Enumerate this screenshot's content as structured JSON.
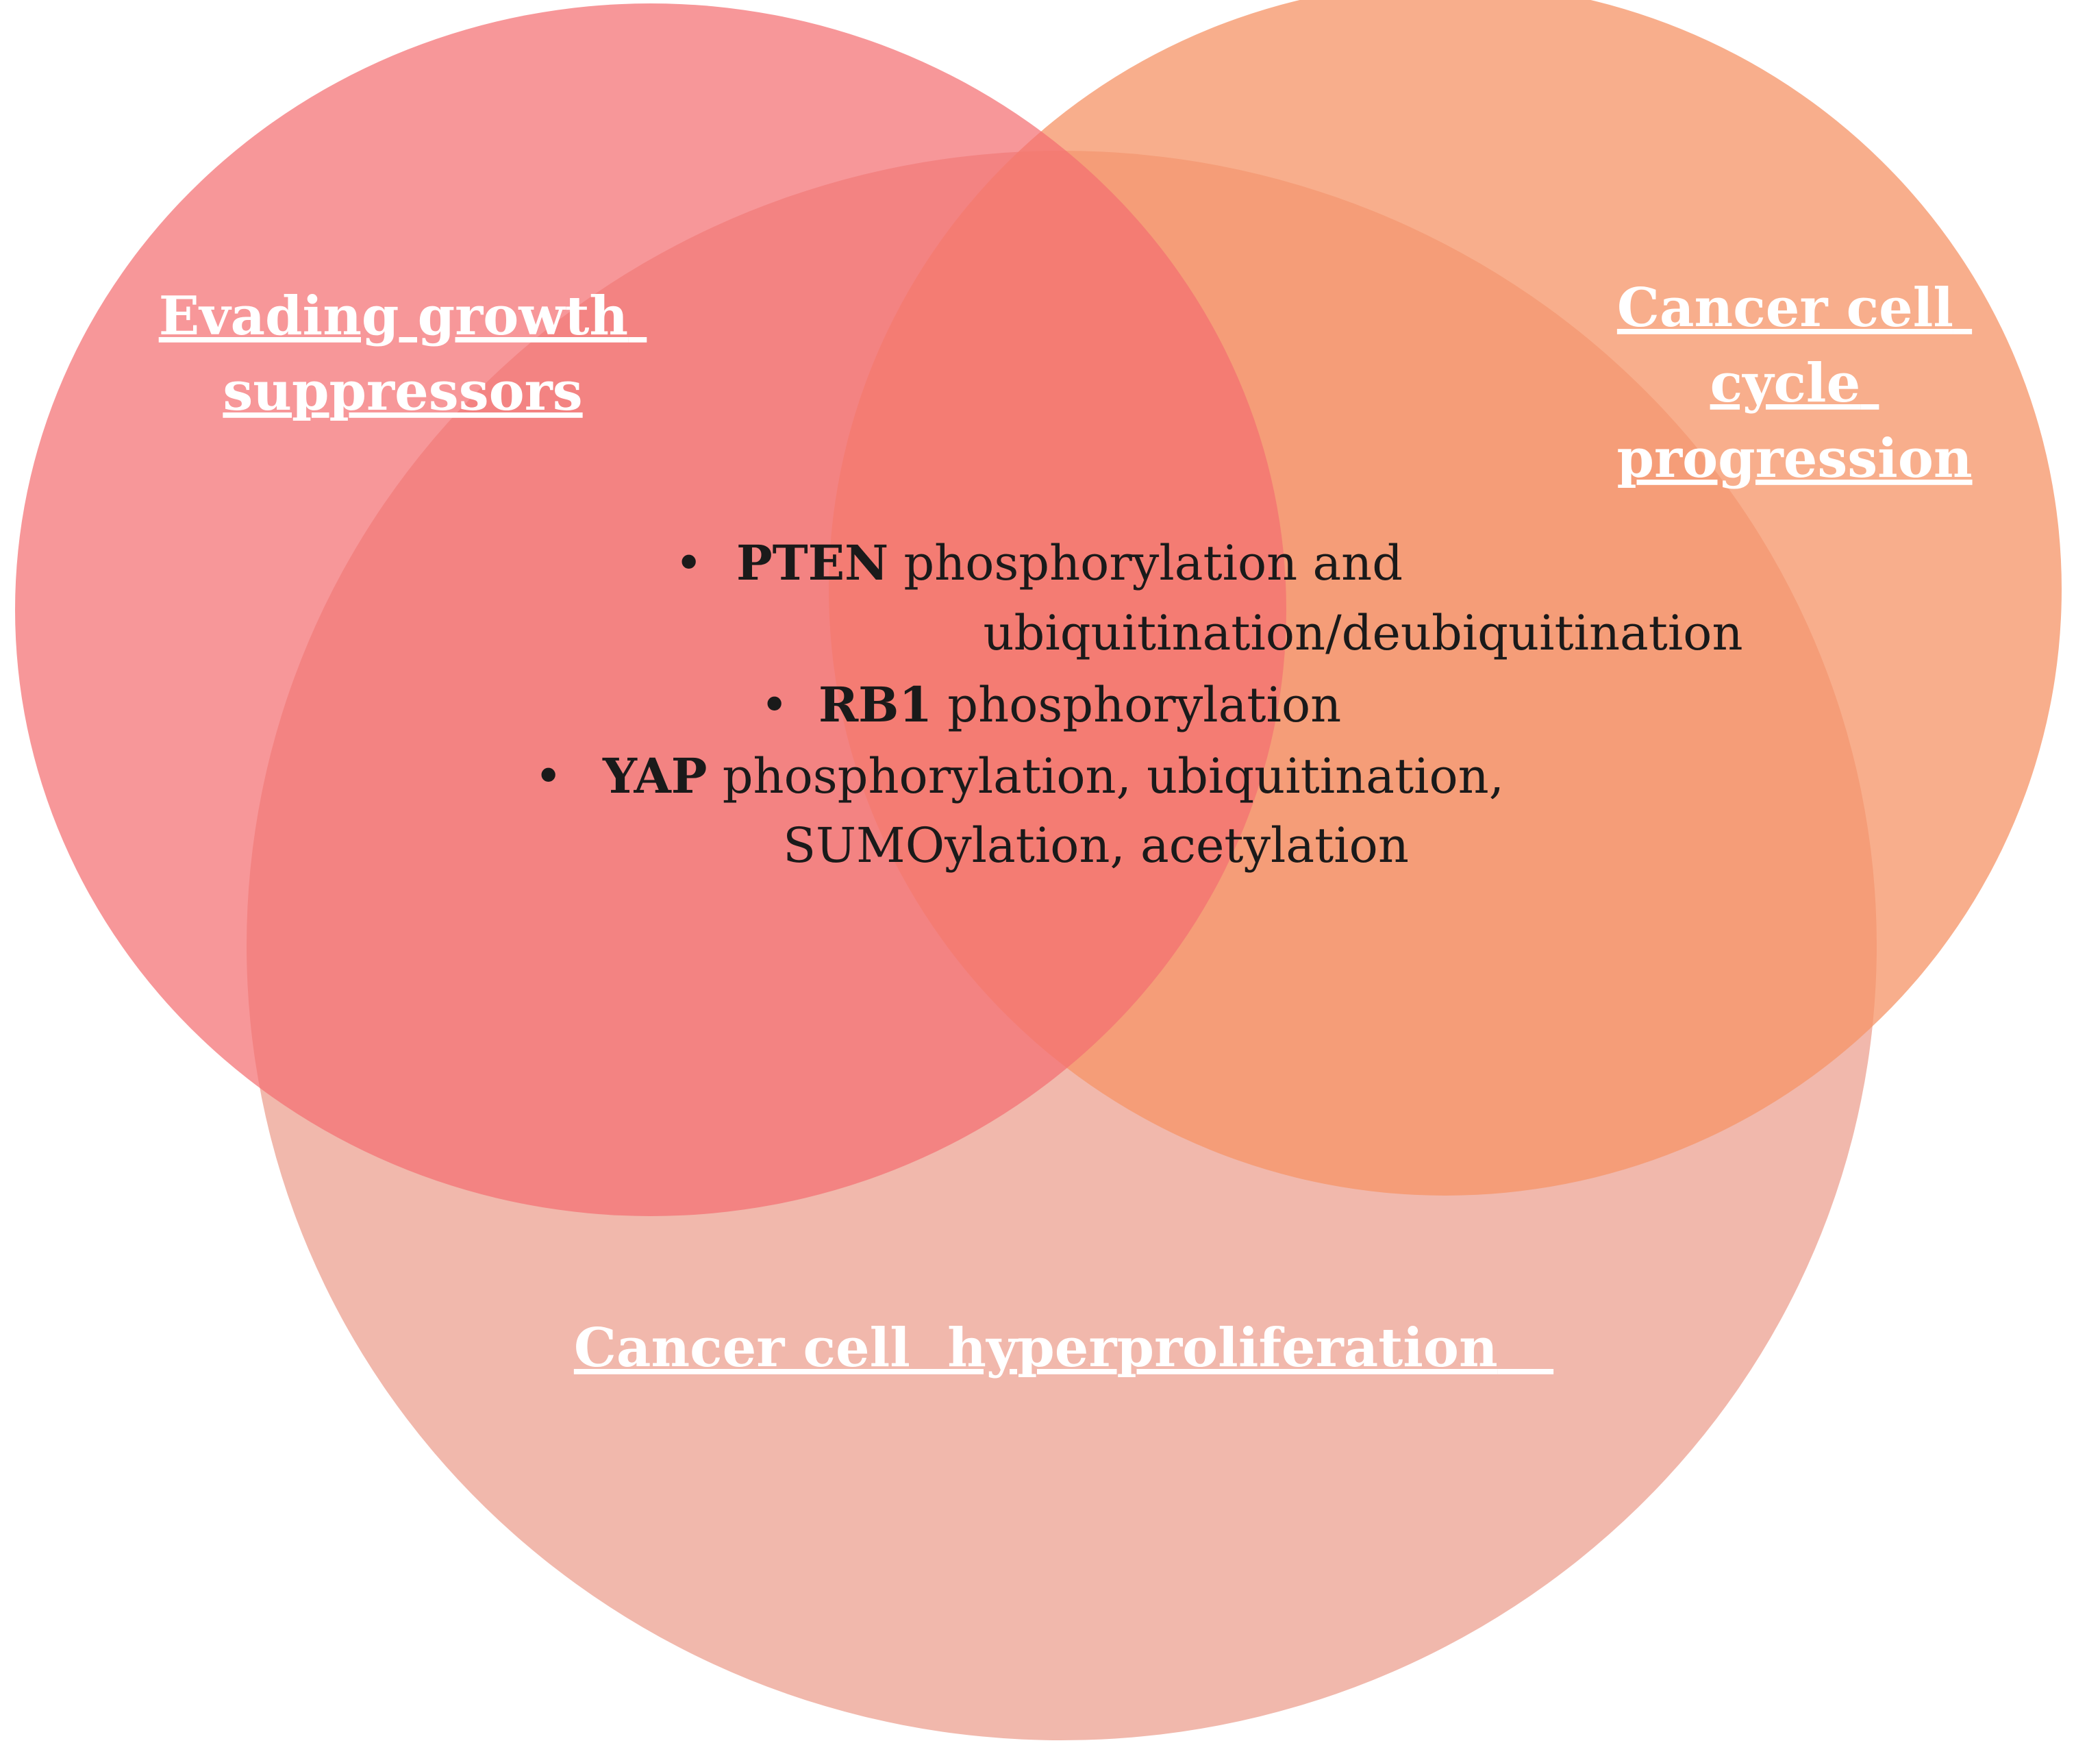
{
  "colors": {
    "set_left": "#f46f72",
    "set_right": "#f69468",
    "set_bottom": "#eb9784",
    "label_text": "#ffffff",
    "item_text": "#1a1a1a"
  },
  "sets": {
    "left": {
      "label_lines": [
        "Evading growth",
        "suppressors"
      ]
    },
    "right": {
      "label_lines": [
        "Cancer cell",
        "cycle",
        "progression"
      ]
    },
    "bottom": {
      "label_lines": [
        "Cancer cell  hyperproliferation"
      ]
    }
  },
  "intersection": {
    "items": [
      {
        "bullet": "•",
        "bold": "PTEN",
        "text": " phosphorylation and",
        "continuation": "ubiquitination/deubiquitination"
      },
      {
        "bullet": "•",
        "bold": "RB1",
        "text": " phosphorylation",
        "continuation": ""
      },
      {
        "bullet": "•",
        "bold": "YAP",
        "text": " phosphorylation, ubiquitination,",
        "continuation": "SUMOylation, acetylation"
      }
    ]
  }
}
